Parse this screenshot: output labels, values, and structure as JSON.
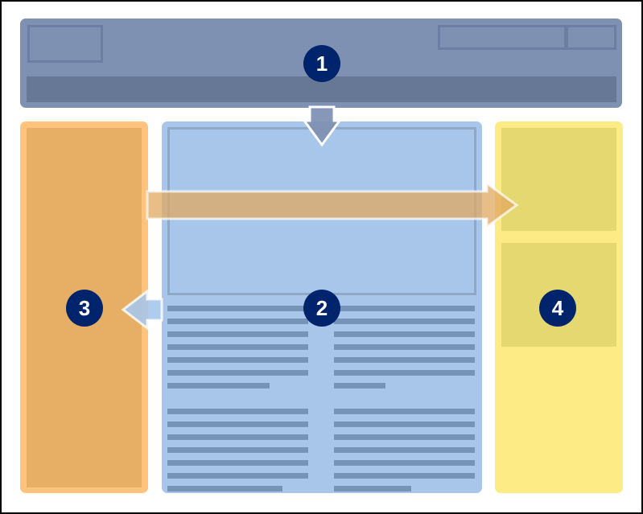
{
  "regions": [
    {
      "number": "1",
      "color": "#7f91b3"
    },
    {
      "number": "2",
      "color": "#a7c6ea"
    },
    {
      "number": "3",
      "color": "#fec47e"
    },
    {
      "number": "4",
      "color": "#fdeb85"
    }
  ],
  "badge_color": "#00246b"
}
